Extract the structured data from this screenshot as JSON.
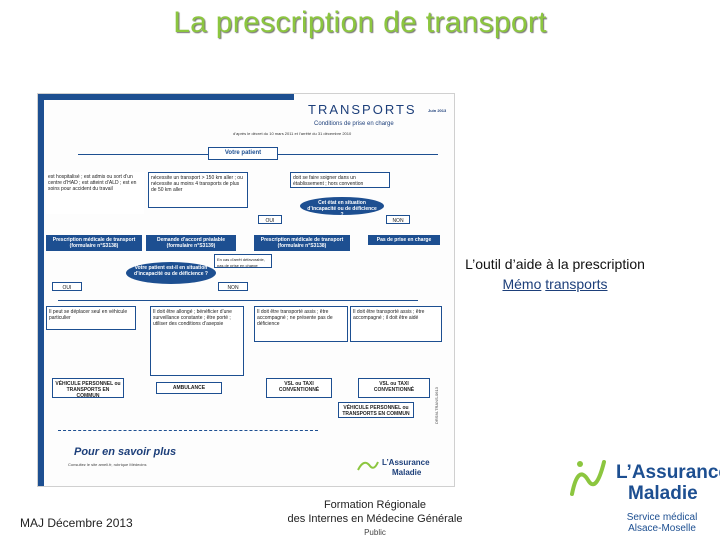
{
  "slide": {
    "title": "La prescription de transport",
    "tool_line1": "L’outil d’aide à la prescription",
    "tool_memo": "Mémo",
    "tool_transports": "transports",
    "footer_date": "MAJ Décembre 2013",
    "footer_event_line1": "Formation Régionale",
    "footer_event_line2": "des Internes en Médecine Générale",
    "footer_public": "Public",
    "logo_article": "L’Assurance",
    "logo_name": "Maladie",
    "service_line1": "Service médical",
    "service_line2": "Alsace-Moselle"
  },
  "memo": {
    "header": "TRANSPORTS",
    "header_date": "Juin 2013",
    "subtitle": "Conditions de prise en charge",
    "subtitle2": "d’après le décret du 10 mars 2011 et l’arrêté du 31 décembre 2010",
    "patient": "Votre patient",
    "q1_left": "est hospitalisé ; est admis ou sort d’un centre d’HAD ; est atteint d’ALD ; est en soins pour accident du travail",
    "q1_mid": "nécessite un transport > 150 km aller ; ou nécessite au moins 4 transports de plus de 50 km aller",
    "q1_right": "doit se faire soigner dans un établissement ; hors convention",
    "question1": "Cet état en situation d’incapacité ou de déficience ?",
    "oui1": "OUI",
    "non1": "NON",
    "prescr1": "Prescription médicale de transport (formulaire n°S3138)",
    "accord": "Demande d’accord préalable (formulaire n°S3139)",
    "prescr2": "Prescription médicale de transport (formulaire n°S3138)",
    "no_charge": "Pas de prise en charge",
    "note": "En cas d’arrêt défavorable, pas de prise en charge",
    "question2": "Votre patient est-il en situation d’incapacité ou de déficience ?",
    "oui2": "OUI",
    "non2": "NON",
    "c1": "Il peut se déplacer seul en véhicule particulier",
    "c2": "Il doit être allongé ; bénéficier d’une surveillance constante ; être porté ; utiliser des conditions d’asepsie",
    "c3": "Il doit être transporté assis ; être accompagné ; ne présente pas de déficience",
    "c4": "Il doit être transporté assis ; être accompagné ; il doit être aidé",
    "r1": "VÉHICULE PERSONNEL ou TRANSPORTS EN COMMUN",
    "r2": "AMBULANCE",
    "r3": "VSL ou TAXI CONVENTIONNÉ",
    "r4": "VSL ou TAXI CONVENTIONNÉ",
    "r5": "VÉHICULE PERSONNEL ou TRANSPORTS EN COMMUN",
    "more": "Pour en savoir plus",
    "more_detail": "Consultez le site ameli.fr, rubrique Médecins",
    "code": "DRSM-TRANS-0613",
    "brand_article": "L’Assurance",
    "brand_name": "Maladie"
  },
  "colors": {
    "title": "#8cc63f",
    "memo_blue": "#1d4f91",
    "brand_blue": "#1d4f91"
  }
}
